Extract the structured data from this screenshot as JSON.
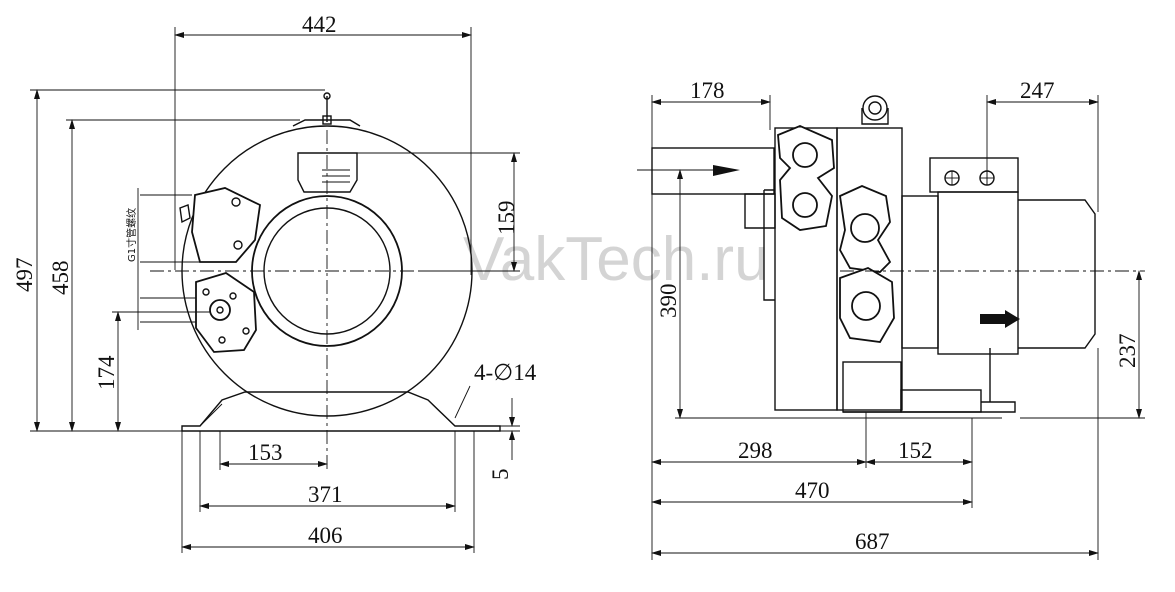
{
  "watermark": "VakTech.ru",
  "thread_note": "G1寸管螺纹",
  "front_view": {
    "overall_width": "442",
    "overall_height": "497",
    "height_458": "458",
    "height_159": "159",
    "height_174": "174",
    "half_base": "153",
    "hole_spacing": "371",
    "base_width": "406",
    "holes": "4-∅14",
    "foot_thickness": "5"
  },
  "side_view": {
    "inlet_offset": "178",
    "outlet_offset": "247",
    "inlet_height": "390",
    "shaft_height": "237",
    "base_298": "298",
    "base_152": "152",
    "base_470": "470",
    "overall_length": "687"
  }
}
